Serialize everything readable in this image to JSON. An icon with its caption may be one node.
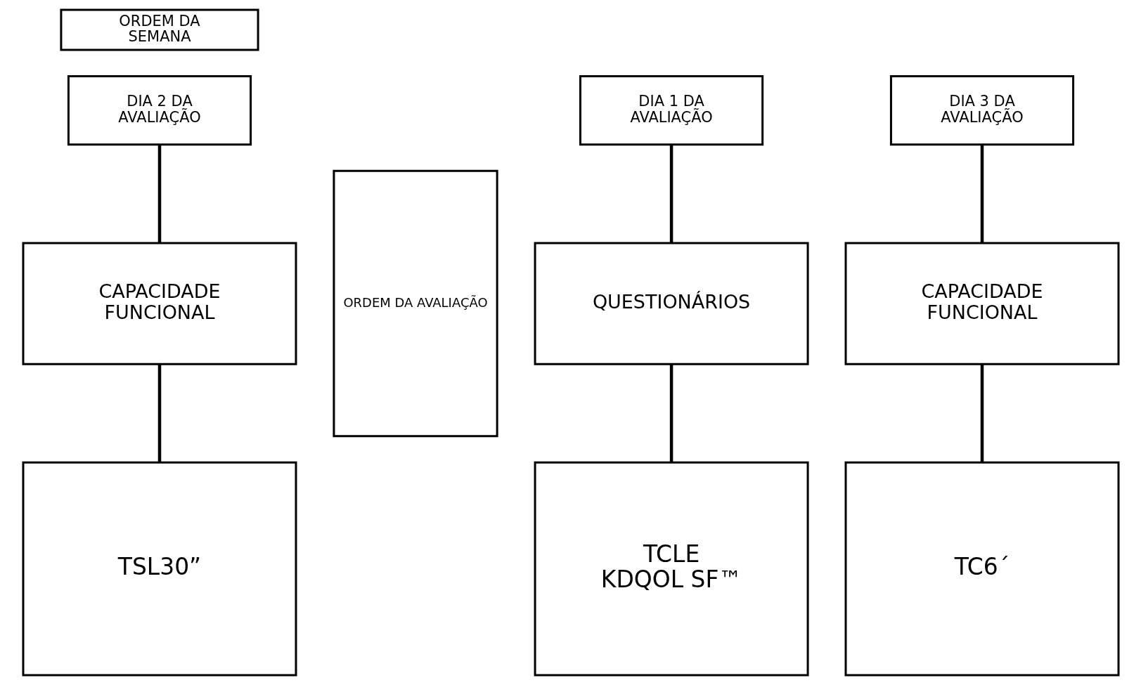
{
  "diagram": {
    "nodes": [
      {
        "text": [
          "ORDEM DA SEMANA"
        ]
      },
      {
        "text": [
          "ORDEM DA AVALIAÇÃO"
        ]
      },
      {
        "text": [
          "DIA 1 DA AVALIAÇÃO"
        ]
      },
      {
        "text": [
          "QUESTIONÁRIOS"
        ]
      },
      {
        "text": [
          "TCLE",
          "KDQOL SF™"
        ]
      },
      {
        "text": [
          "DIA 2 DA AVALIAÇÃO"
        ]
      },
      {
        "text": [
          "CAPACIDADE FUNCIONAL"
        ]
      },
      {
        "text": [
          "TSL30”"
        ]
      },
      {
        "text": [
          "DIA 3 DA AVALIAÇÃO"
        ]
      },
      {
        "text": [
          "CAPACIDADE FUNCIONAL"
        ]
      },
      {
        "text": [
          "TC6´"
        ]
      }
    ],
    "edges": [
      {
        "from": 2,
        "to": 3,
        "arrow": "none"
      },
      {
        "from": 3,
        "to": 4,
        "arrow": "none"
      },
      {
        "from": 5,
        "to": 6,
        "arrow": "none"
      },
      {
        "from": 6,
        "to": 7,
        "arrow": "none"
      },
      {
        "from": 8,
        "to": 9,
        "arrow": "none"
      },
      {
        "from": 9,
        "to": 10,
        "arrow": "none"
      }
    ]
  }
}
